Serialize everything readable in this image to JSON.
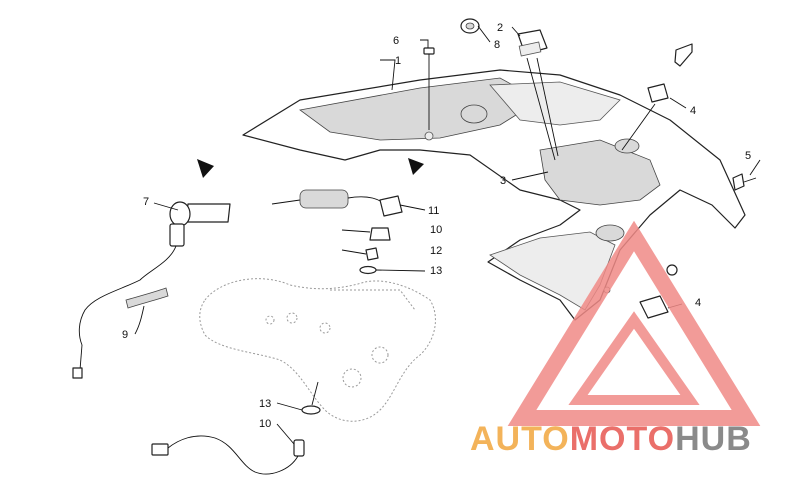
{
  "callouts": {
    "c1": "1",
    "c2": "2",
    "c3": "3",
    "c4a": "4",
    "c4b": "4",
    "c5": "5",
    "c6": "6",
    "c7": "7",
    "c8": "8",
    "c9": "9",
    "c10a": "10",
    "c10b": "10",
    "c11": "11",
    "c12": "12",
    "c13a": "13",
    "c13b": "13"
  },
  "watermark": {
    "auto": "AUTO",
    "moto": "MOTO",
    "hub": "HUB",
    "colors": {
      "auto": "#f3b35a",
      "moto": "#ea6f6a",
      "hub": "#8a8a8a",
      "triangle": "#f08a86"
    }
  }
}
